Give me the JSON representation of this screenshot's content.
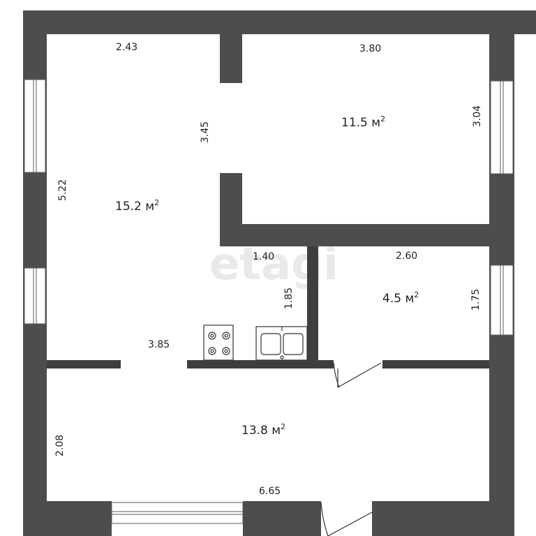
{
  "watermark": "etagi",
  "rooms": [
    {
      "id": "room-left",
      "area": "15.2 м",
      "sup": "2"
    },
    {
      "id": "room-top-right",
      "area": "11.5 м",
      "sup": "2"
    },
    {
      "id": "room-small",
      "area": "4.5 м",
      "sup": "2"
    },
    {
      "id": "room-bottom",
      "area": "13.8 м",
      "sup": "2"
    }
  ],
  "dimensions": {
    "left_top_width": "2.43",
    "right_top_width": "3.80",
    "inner_wall_height": "3.45",
    "right_room_height": "3.04",
    "left_room_height": "5.22",
    "kitchen_width": "1.40",
    "kitchen_depth": "1.85",
    "small_room_width": "2.60",
    "small_room_height": "1.75",
    "left_bottom_width": "3.85",
    "bottom_room_height": "2.08",
    "bottom_room_width": "6.65"
  },
  "fixtures": {
    "stove": "stove-icon",
    "sink": "double-sink-icon"
  }
}
